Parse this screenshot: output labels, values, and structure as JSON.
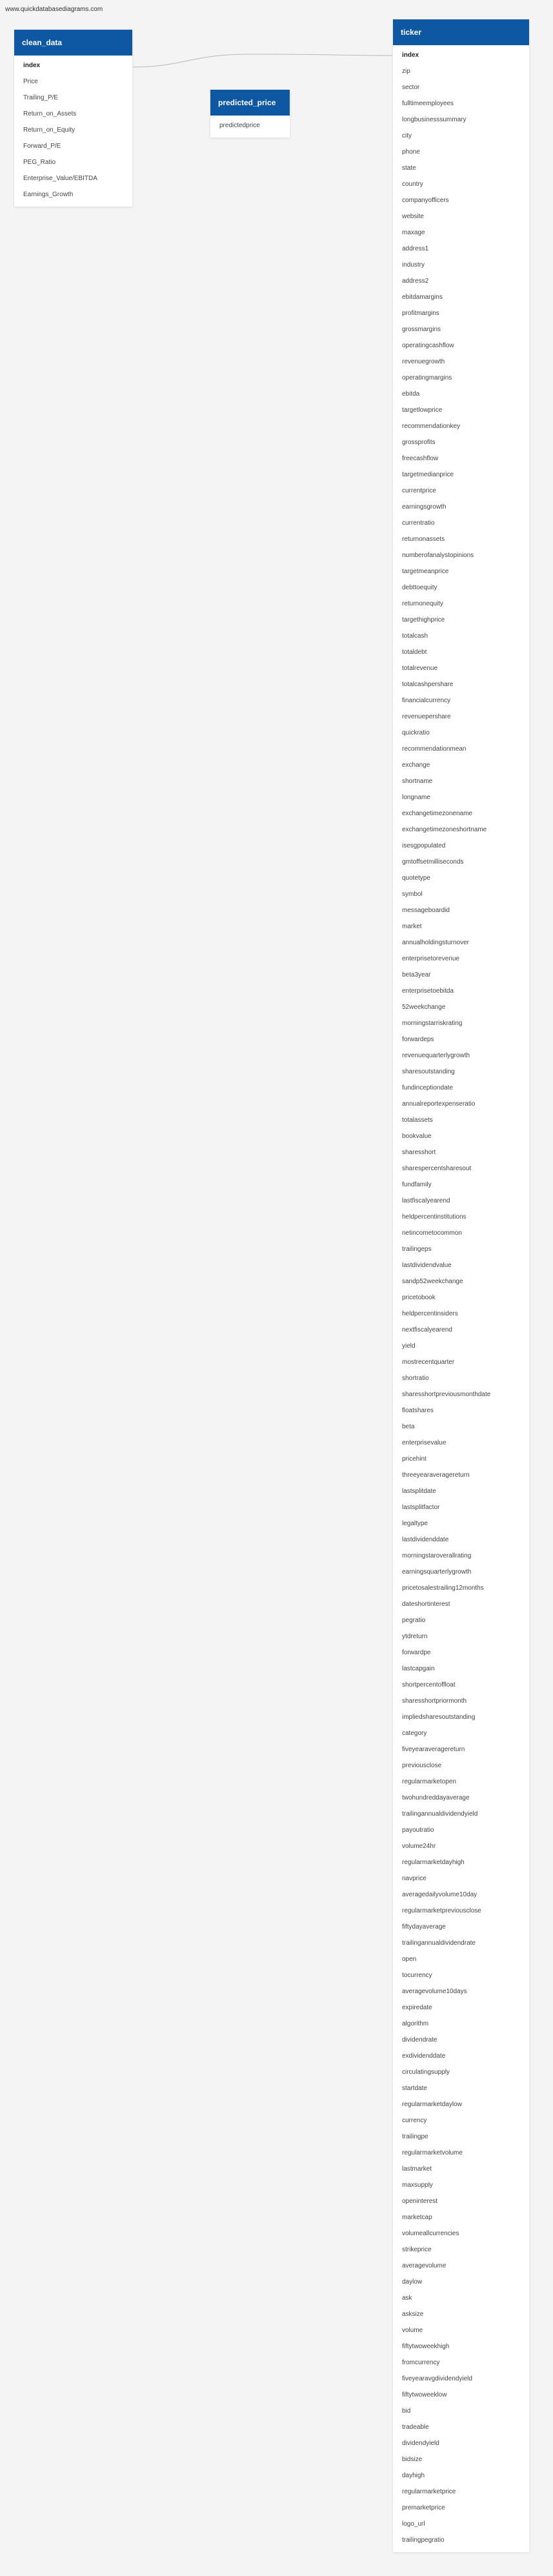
{
  "watermark": "www.quickdatabasediagrams.com",
  "tables": {
    "clean_data": {
      "title": "clean_data",
      "fields": [
        "index",
        "Price",
        "Trailing_P/E",
        "Return_on_Assets",
        "Return_on_Equity",
        "Forward_P/E",
        "PEG_Ratio",
        "Enterprise_Value/EBITDA",
        "Earnings_Growth"
      ]
    },
    "predicted_price": {
      "title": "predicted_price",
      "fields": [
        "predictedprice"
      ]
    },
    "ticker": {
      "title": "ticker",
      "fields": [
        "index",
        "zip",
        "sector",
        "fulltimeemployees",
        "longbusinesssummary",
        "city",
        "phone",
        "state",
        "country",
        "companyofficers",
        "website",
        "maxage",
        "address1",
        "industry",
        "address2",
        "ebitdamargins",
        "profitmargins",
        "grossmargins",
        "operatingcashflow",
        "revenuegrowth",
        "operatingmargins",
        "ebitda",
        "targetlowprice",
        "recommendationkey",
        "grossprofits",
        "freecashflow",
        "targetmedianprice",
        "currentprice",
        "earningsgrowth",
        "currentratio",
        "returnonassets",
        "numberofanalystopinions",
        "targetmeanprice",
        "debttoequity",
        "returnonequity",
        "targethighprice",
        "totalcash",
        "totaldebt",
        "totalrevenue",
        "totalcashpershare",
        "financialcurrency",
        "revenuepershare",
        "quickratio",
        "recommendationmean",
        "exchange",
        "shortname",
        "longname",
        "exchangetimezonename",
        "exchangetimezoneshortname",
        "isesgpopulated",
        "gmtoffsetmilliseconds",
        "quotetype",
        "symbol",
        "messageboardid",
        "market",
        "annualholdingsturnover",
        "enterprisetorevenue",
        "beta3year",
        "enterprisetoebitda",
        "52weekchange",
        "morningstarriskrating",
        "forwardeps",
        "revenuequarterlygrowth",
        "sharesoutstanding",
        "fundinceptiondate",
        "annualreportexpenseratio",
        "totalassets",
        "bookvalue",
        "sharesshort",
        "sharespercentsharesout",
        "fundfamily",
        "lastfiscalyearend",
        "heldpercentinstitutions",
        "netincometocommon",
        "trailingeps",
        "lastdividendvalue",
        "sandp52weekchange",
        "pricetobook",
        "heldpercentinsiders",
        "nextfiscalyearend",
        "yield",
        "mostrecentquarter",
        "shortratio",
        "sharesshortpreviousmonthdate",
        "floatshares",
        "beta",
        "enterprisevalue",
        "pricehint",
        "threeyearaveragereturn",
        "lastsplitdate",
        "lastsplitfactor",
        "legaltype",
        "lastdividenddate",
        "morningstaroverallrating",
        "earningsquarterlygrowth",
        "pricetosalestrailing12months",
        "dateshortinterest",
        "pegratio",
        "ytdreturn",
        "forwardpe",
        "lastcapgain",
        "shortpercentoffloat",
        "sharesshortpriormonth",
        "impliedsharesoutstanding",
        "category",
        "fiveyearaveragereturn",
        "previousclose",
        "regularmarketopen",
        "twohundreddayaverage",
        "trailingannualdividendyield",
        "payoutratio",
        "volume24hr",
        "regularmarketdayhigh",
        "navprice",
        "averagedailyvolume10day",
        "regularmarketpreviousclose",
        "fiftydayaverage",
        "trailingannualdividendrate",
        "open",
        "tocurrency",
        "averagevolume10days",
        "expiredate",
        "algorithm",
        "dividendrate",
        "exdividenddate",
        "circulatingsupply",
        "startdate",
        "regularmarketdaylow",
        "currency",
        "trailingpe",
        "regularmarketvolume",
        "lastmarket",
        "maxsupply",
        "openinterest",
        "marketcap",
        "volumeallcurrencies",
        "strikeprice",
        "averagevolume",
        "daylow",
        "ask",
        "asksize",
        "volume",
        "fiftytwoweekhigh",
        "fromcurrency",
        "fiveyearavgdividendyield",
        "fiftytwoweeklow",
        "bid",
        "tradeable",
        "dividendyield",
        "bidsize",
        "dayhigh",
        "regularmarketprice",
        "premarketprice",
        "logo_url",
        "trailingpegratio"
      ]
    }
  }
}
